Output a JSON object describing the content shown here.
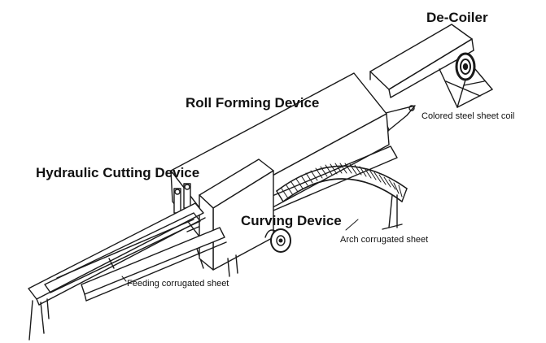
{
  "labels": {
    "decoiler": "De-Coiler",
    "roll_forming": "Roll Forming Device",
    "coil": "Colored steel sheet coil",
    "hydraulic_cutting": "Hydraulic Cutting Device",
    "curving": "Curving Device",
    "arch_sheet": "Arch corrugated sheet",
    "feeding_sheet": "Feeding corrugated sheet"
  },
  "colors": {
    "line": "#1a1a1a",
    "fill": "#ffffff",
    "text": "#111111"
  }
}
